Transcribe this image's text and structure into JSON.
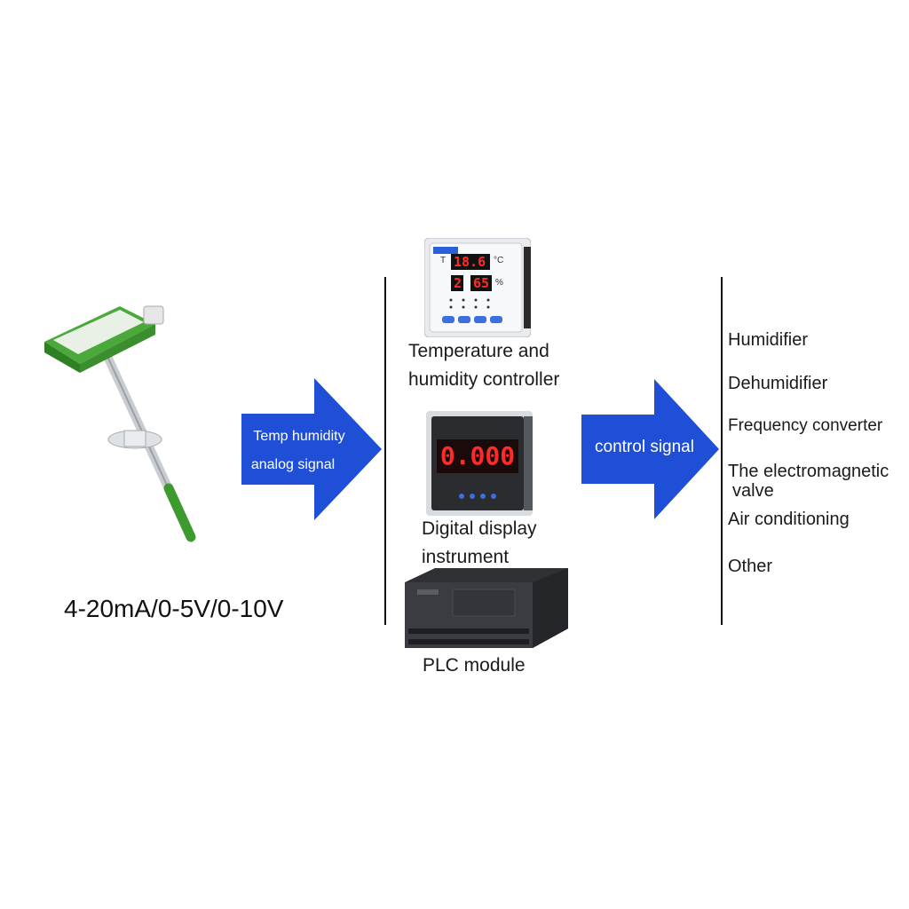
{
  "sensor": {
    "range_label": "4-20mA/0-5V/0-10V"
  },
  "arrow_in": {
    "line1": "Temp humidity",
    "line2": "analog signal"
  },
  "devices": {
    "controller": {
      "line1": "Temperature and",
      "line2": "humidity controller",
      "screen_t": "18.6",
      "screen_h": "65",
      "screen_ch": "2",
      "t_letter": "T",
      "c_unit": "°C",
      "pct": "%"
    },
    "display": {
      "line1": "Digital display",
      "line2": "instrument",
      "readout": "0.000"
    },
    "plc": {
      "label": "PLC module"
    }
  },
  "arrow_out": {
    "label": "control signal"
  },
  "outputs": {
    "items": [
      "Humidifier",
      "Dehumidifier",
      "Frequency converter",
      "The electromagnetic",
      "valve",
      "Air conditioning",
      "Other"
    ]
  },
  "colors": {
    "arrow_blue": "#1f4fd6",
    "sensor_green": "#3c9a2e",
    "led_red": "#ff2b2b"
  }
}
